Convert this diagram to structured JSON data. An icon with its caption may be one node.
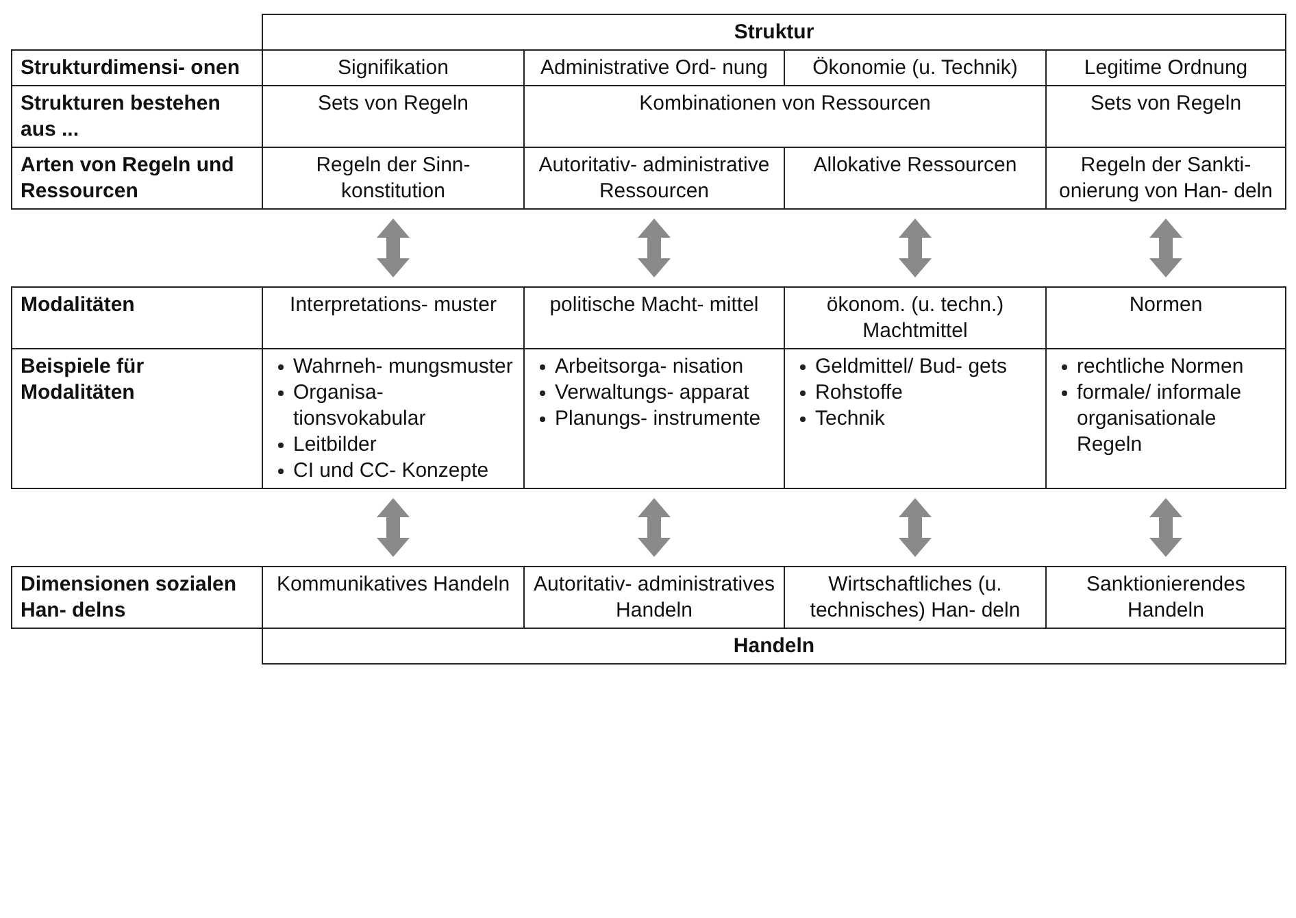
{
  "diagram": {
    "nodes": [
      {
        "text": [
          "Regeln der Sinn- konstitution"
        ]
      },
      {
        "text": [
          "Autoritativ- administrative Ressourcen"
        ]
      },
      {
        "text": [
          "Allokative Ressourcen"
        ]
      },
      {
        "text": [
          "Regeln der Sankti- onierung von Han- deln"
        ]
      },
      {
        "text": [
          "Interpretations- muster"
        ]
      },
      {
        "text": [
          "politische Macht- mittel"
        ]
      },
      {
        "text": [
          "ökonom. (u. techn.) Machtmittel"
        ]
      },
      {
        "text": [
          "Normen"
        ]
      },
      {
        "text": [
          "Wahrneh- mungsmuster",
          "Organisa- tionsvokabular",
          "Leitbilder",
          "CI und CC- Konzepte"
        ]
      },
      {
        "text": [
          "Arbeitsorga- nisation",
          "Verwaltungs- apparat",
          "Planungs- instrumente"
        ]
      },
      {
        "text": [
          "Geldmittel/ Bud- gets",
          "Rohstoffe",
          "Technik"
        ]
      },
      {
        "text": [
          "rechtliche Normen",
          "formale/ informale organisationale Regeln"
        ]
      },
      {
        "text": [
          "Kommunikatives Handeln"
        ]
      },
      {
        "text": [
          "Autoritativ- administratives Handeln"
        ]
      },
      {
        "text": [
          "Wirtschaftliches (u. technisches) Han- deln"
        ]
      },
      {
        "text": [
          "Sanktionierendes Handeln"
        ]
      }
    ],
    "edges": [
      {
        "from": 0,
        "to": 4,
        "arrow": "both"
      },
      {
        "from": 1,
        "to": 5,
        "arrow": "both"
      },
      {
        "from": 2,
        "to": 6,
        "arrow": "both"
      },
      {
        "from": 3,
        "to": 7,
        "arrow": "both"
      },
      {
        "from": 8,
        "to": 12,
        "arrow": "both"
      },
      {
        "from": 9,
        "to": 13,
        "arrow": "both"
      },
      {
        "from": 10,
        "to": 14,
        "arrow": "both"
      },
      {
        "from": 11,
        "to": 15,
        "arrow": "both"
      }
    ],
    "labels": [
      "Struktur",
      "Strukturdimensi- onen",
      "Signifikation",
      "Administrative Ord- nung",
      "Ökonomie (u. Technik)",
      "Legitime Ordnung",
      "Strukturen bestehen aus ...",
      "Sets von Regeln",
      "Kombinationen von Ressourcen",
      "Sets von Regeln",
      "Arten von Regeln und Ressourcen",
      "Modalitäten",
      "Beispiele für Modalitäten",
      "Dimensionen sozialen Han- delns",
      "Handeln"
    ]
  }
}
